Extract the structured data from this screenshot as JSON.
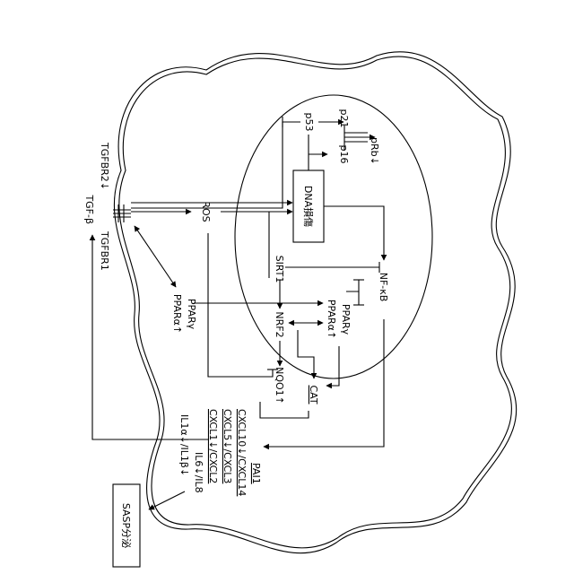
{
  "diagram": {
    "labels": {
      "tgfb": "TGF-β",
      "tgfbr1": "TGFBR1",
      "tgfbr2": "TGFBR2↓",
      "ros": "ROS",
      "dna_damage": "DNA損傷",
      "p53": "p53",
      "p21": "p21",
      "p16": "p16",
      "prb": "pRb↓",
      "sirt1": "SIRT1",
      "nfkb": "NF-κB",
      "ppar_a_left": "PPARα↑",
      "ppar_g_left": "PPARγ",
      "nrf2": "NRF2",
      "ppar_a_right": "PPARα↑",
      "ppar_g_right": "PPARγ",
      "nqo1": "NQO1↑",
      "cat": "CAT",
      "il1": "IL1α↓/IL1β↓",
      "il6": "IL6↓/IL8",
      "cxcl1": "CXCL1↓/CXCL2",
      "cxcl5": "CXCL5↓/CXCL3",
      "cxcl10": "CXCL10↓/CXCL14",
      "pai1": "PAI1",
      "sasp": "SASP分泌"
    }
  }
}
